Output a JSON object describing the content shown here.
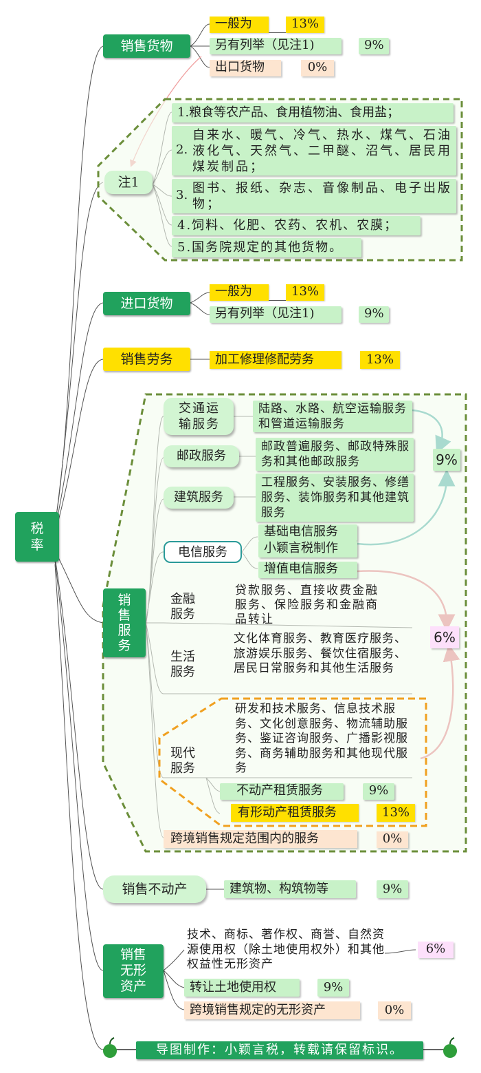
{
  "root": {
    "label": "税率"
  },
  "goods": {
    "label": "销售货物",
    "general_label": "一般为",
    "general_rate": "13%",
    "listed_label": "另有列举（见注1)",
    "listed_rate": "9%",
    "export_label": "出口货物",
    "export_rate": "0%"
  },
  "note1": {
    "label": "注1",
    "items": [
      "1.粮食等农产品、食用植物油、食用盐；",
      "自来水、暖气、冷气、热水、煤气、石油液化气、天然气、二甲醚、沼气、居民用煤炭制品；",
      "图书、报纸、杂志、音像制品、电子出版物；",
      "4.饲料、化肥、农药、农机、农膜；",
      "5.国务院规定的其他货物。"
    ],
    "item2_num": "2.",
    "item3_num": "3."
  },
  "imports": {
    "label": "进口货物",
    "general_label": "一般为",
    "general_rate": "13%",
    "listed_label": "另有列举（见注1)",
    "listed_rate": "9%"
  },
  "labor": {
    "label": "销售劳务",
    "item": "加工修理修配劳务",
    "rate": "13%"
  },
  "services": {
    "label": "销售服务",
    "transport": {
      "label": "交通运输服务",
      "detail": "陆路、水路、航空运输服务和管道运输服务"
    },
    "postal": {
      "label": "邮政服务",
      "detail": "邮政普遍服务、邮政特殊服务和其他邮政服务"
    },
    "construction": {
      "label": "建筑服务",
      "detail": "工程服务、安装服务、修缮服务、装饰服务和其他建筑服务"
    },
    "telecom": {
      "label": "电信服务",
      "basic": "基础电信服务",
      "basic_sub": "小颖言税制作",
      "value_added": "增值电信服务"
    },
    "finance": {
      "label": "金融服务",
      "detail": "贷款服务、直接收费金融服务、保险服务和金融商品转让"
    },
    "life": {
      "label": "生活服务",
      "detail": "文化体育服务、教育医疗服务、旅游娱乐服务、餐饮住宿服务、居民日常服务和其他生活服务"
    },
    "modern": {
      "label": "现代服务",
      "detail": "研发和技术服务、信息技术服务、文化创意服务、物流辅助服务、鉴证咨询服务、广播影视服务、商务辅助服务和其他现代服务",
      "realestate_lease": "不动产租赁服务",
      "realestate_lease_rate": "9%",
      "tangible_lease": "有形动产租赁服务",
      "tangible_lease_rate": "13%"
    },
    "crossborder": {
      "label": "跨境销售规定范围内的服务",
      "rate": "0%"
    },
    "rate_9": "9%",
    "rate_6": "6%"
  },
  "realestate": {
    "label": "销售不动产",
    "item": "建筑物、构筑物等",
    "rate": "9%"
  },
  "intangible": {
    "label": "销售无形资产",
    "item1": "技术、商标、著作权、商誉、自然资源使用权（除土地使用权外）和其他权益性无形资产",
    "item1_rate": "6%",
    "item2": "转让土地使用权",
    "item2_rate": "9%",
    "item3": "跨境销售规定的无形资产",
    "item3_rate": "0%"
  },
  "footer": {
    "text": "导图制作：小颖言税，转载请保留标识。"
  },
  "colors": {
    "green": "#21a25d",
    "light_green": "#c8f2c8",
    "yellow": "#ffe000",
    "peach": "#fde5d0",
    "pink": "#fde0fb",
    "teal": "#3aa8a0",
    "red": "#e0707a",
    "dash": "#6b8e3a",
    "orange_dash": "#f0a020"
  }
}
